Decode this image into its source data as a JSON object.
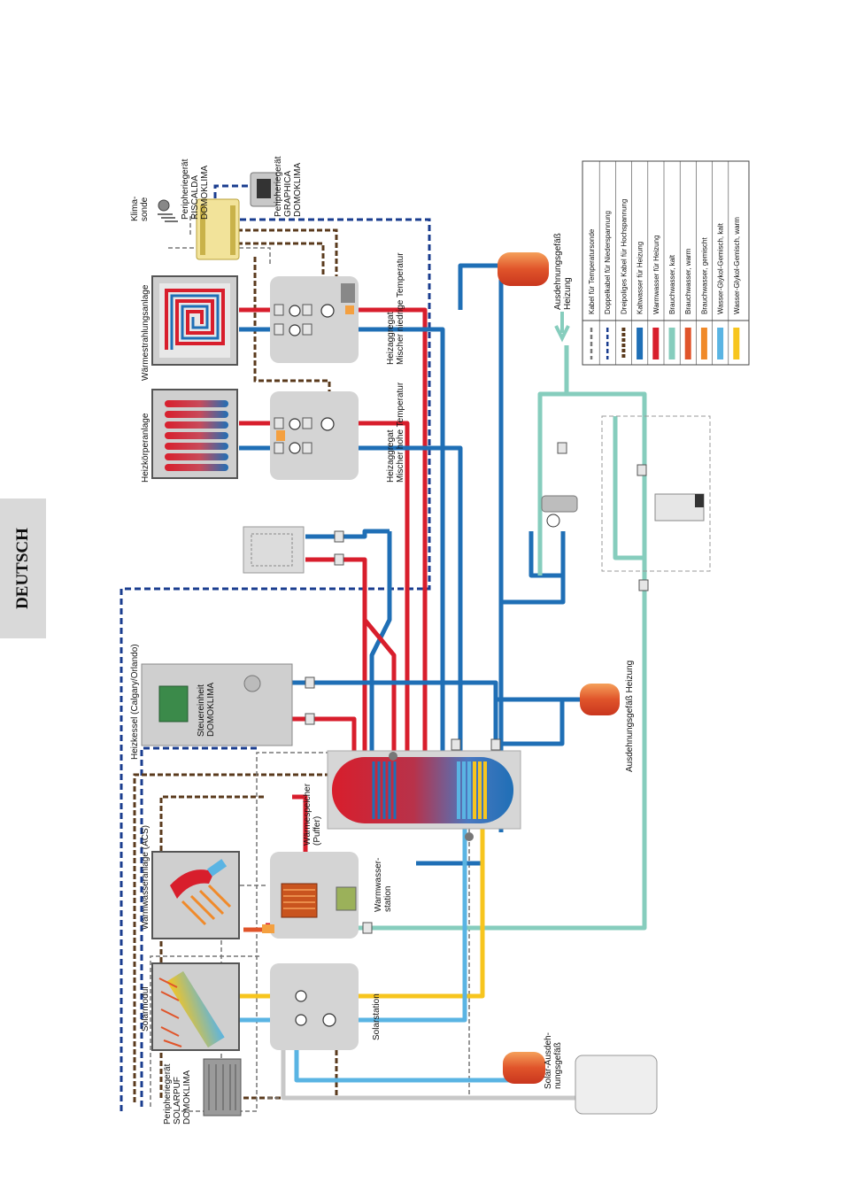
{
  "side_tab": "DEUTSCH",
  "colors": {
    "hot_heating": "#d81e2c",
    "cold_heating": "#1f6fb6",
    "tap_cold": "#86cdbd",
    "tap_warm": "#e0542a",
    "tap_mixed": "#f08a2a",
    "glycol_cold": "#5ab4e3",
    "glycol_warm": "#f7c51e",
    "component_bg": "#d4d4d4"
  },
  "labels": {
    "klimasonde": [
      "Klima-",
      "sonde"
    ],
    "riscalda": [
      "Peripheriegerät",
      "RISCALDA",
      "DOMOKLIMA"
    ],
    "graphica": [
      "Peripheriegerät",
      "GRAPHICA",
      "DOMOKLIMA"
    ],
    "waermestrahlung": "Wärmestrahlungsanlage",
    "heizkoerper": "Heizkörperanlage",
    "heizaggregat_niedrig": [
      "Heizaggregat",
      "Mischer niedrige Temperatur"
    ],
    "heizaggregat_hoch": [
      "Heizaggregat",
      "Mischer hohe Temperatur"
    ],
    "heizkessel": "Heizkessel (Calgary/Orlando)",
    "steuereinheit": [
      "Steuereinheit",
      "DOMOKLIMA"
    ],
    "warmwasseranlage": "Warmwasseranlage (ACS)",
    "waermespeicher": [
      "Wärmespeicher",
      "(Puffer)"
    ],
    "warmwasserstation": [
      "Warmwasser-",
      "station"
    ],
    "solarmodul": "Solarmodul",
    "solarstation": "Solarstation",
    "solarpuf": [
      "Peripheriegerät",
      "SOLARPUF",
      "DOMOKLIMA"
    ],
    "solar_ausdehnung": [
      "Solar-Ausdeh-",
      "nungsgefäß"
    ],
    "ausdehnung_heizung_oben": [
      "Ausdehnungsgefäß",
      "Heizung"
    ],
    "ausdehnung_heizung_unten": "Ausdehnungsgefäß Heizung"
  },
  "legend": [
    {
      "text": "Kabel für Temperatursonde",
      "type": "dash",
      "color": "#777777"
    },
    {
      "text": "Doppelkabel für Niederspannung",
      "type": "dash",
      "color": "#1a3d8f"
    },
    {
      "text": "Dreipoliges Kabel für Hochspannung",
      "type": "dash3",
      "color": "#5a3a1c"
    },
    {
      "text": "Kaltwasser für Heizung",
      "type": "pipe",
      "color": "#1f6fb6"
    },
    {
      "text": "Warmwasser für Heizung",
      "type": "pipe",
      "color": "#d81e2c"
    },
    {
      "text": "Brauchwasser, kalt",
      "type": "pipe",
      "color": "#86cdbd"
    },
    {
      "text": "Brauchwasser, warm",
      "type": "pipe",
      "color": "#e0542a"
    },
    {
      "text": "Brauchwasser, gemischt",
      "type": "pipe",
      "color": "#f08a2a"
    },
    {
      "text": "Wasser-Glykol-Gemisch, kalt",
      "type": "pipe",
      "color": "#5ab4e3"
    },
    {
      "text": "Wasser-Glykol-Gemisch, warm",
      "type": "pipe",
      "color": "#f7c51e"
    }
  ]
}
